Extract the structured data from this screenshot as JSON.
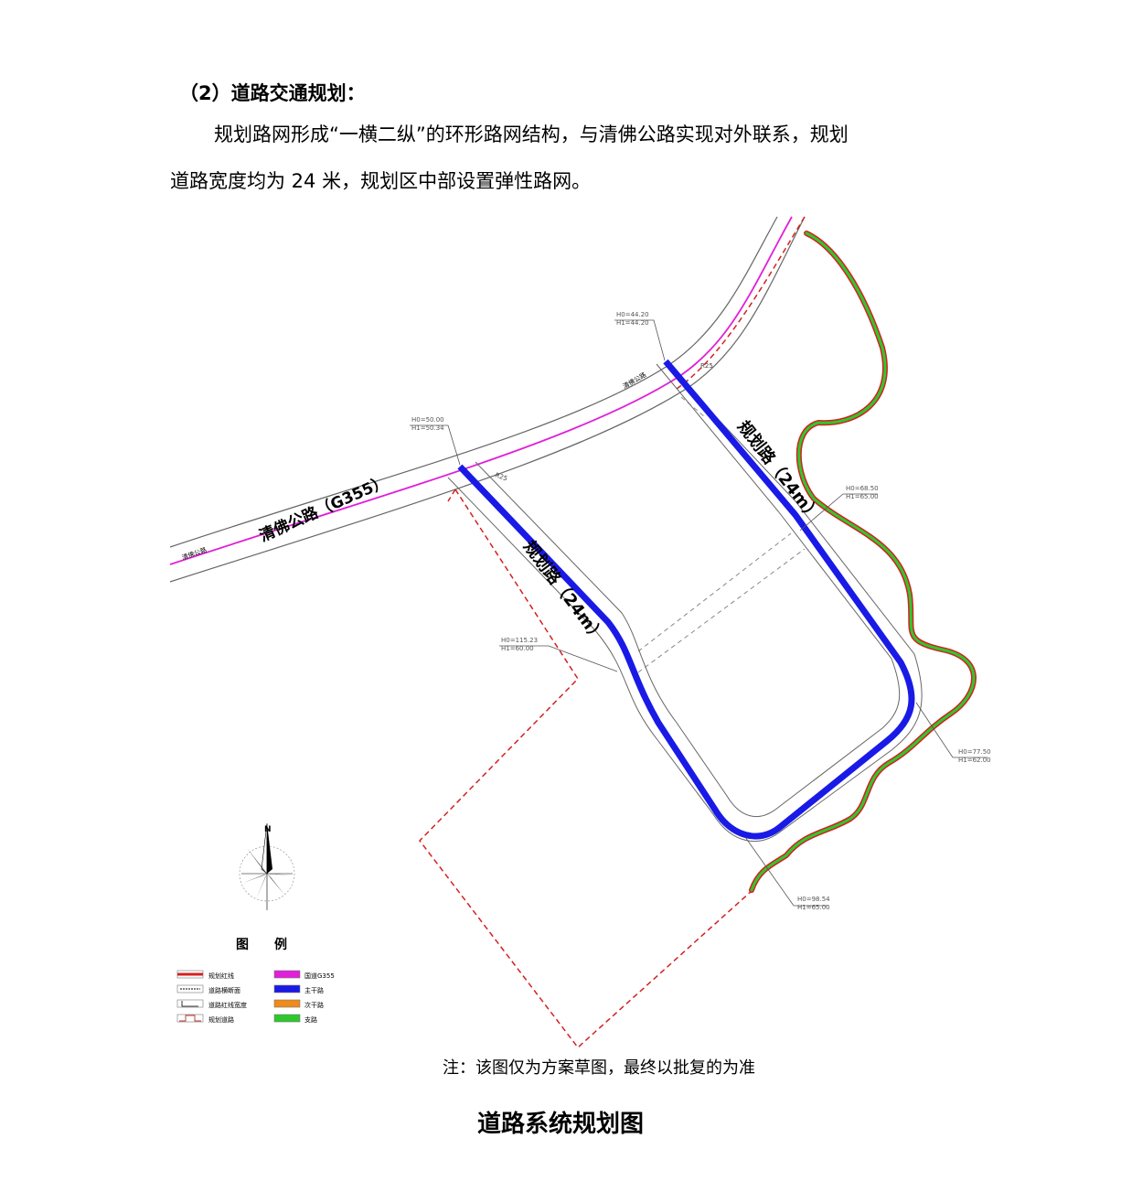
{
  "doc": {
    "heading": "（2）道路交通规划：",
    "para1": "规划路网形成“一横二纵”的环形路网结构，与清佛公路实现对外联系，规划",
    "para2": "道路宽度均为 24 米，规划区中部设置弹性路网。",
    "note": "注：该图仅为方案草图，最终以批复的为准",
    "caption": "道路系统规划图"
  },
  "map": {
    "colors": {
      "boundary": "#d42020",
      "national_road": "#e020d8",
      "main_road": "#1a1ae6",
      "secondary_road": "#f08a1a",
      "branch_road": "#2ec82e",
      "gray": "#777777"
    },
    "labels": {
      "highway_main": "清佛公路（G355）",
      "highway_small": "清佛公路",
      "highway_small_2": "清佛公路",
      "road_left": "规划路（24m）",
      "road_right": "规划路（24m）",
      "north": "N"
    },
    "elevations": {
      "e1": [
        "H0=44.20",
        "H1=44.20"
      ],
      "e2": [
        "H0=50.00",
        "H1=50.34"
      ],
      "e3": [
        "H0=68.50",
        "H1=65.00"
      ],
      "e4": [
        "H0=115.23",
        "H1=60.00"
      ],
      "e5": [
        "H0=77.50",
        "H1=62.00"
      ],
      "e6": [
        "H0=98.54",
        "H1=65.00"
      ]
    },
    "small_labels": {
      "r1": "R25",
      "r2": "R25"
    },
    "legend": {
      "title": "图　　例",
      "items": [
        {
          "label": "规划红线",
          "icon": "red-double-line"
        },
        {
          "label": "国道G355",
          "icon": "magenta-line"
        },
        {
          "label": "道路横断面",
          "icon": "cross-section"
        },
        {
          "label": "主干路",
          "icon": "blue-line"
        },
        {
          "label": "道路红线宽度",
          "icon": "width-marker"
        },
        {
          "label": "次干路",
          "icon": "orange-line"
        },
        {
          "label": "规划道路",
          "icon": "planned-road"
        },
        {
          "label": "支路",
          "icon": "green-line"
        }
      ]
    }
  }
}
